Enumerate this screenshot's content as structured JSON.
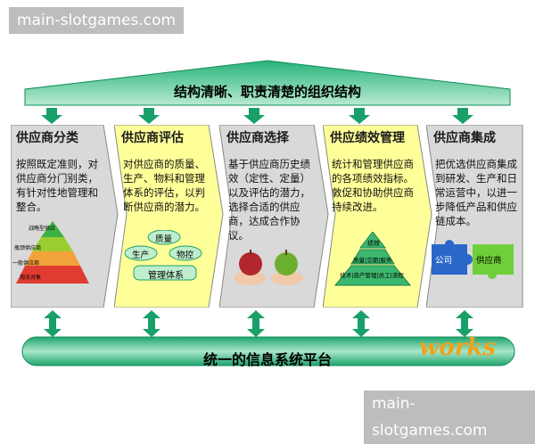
{
  "watermark_top": "main-slotgames.com",
  "watermark_bottom": "main-slotgames.com",
  "roof_title": "结构清晰、职责清楚的组织结构",
  "platform_title": "统一的信息系统平台",
  "cards": [
    {
      "title": "供应商分类",
      "body": "按照既定准则，对供应商分门别类，有针对性地管理和整合。",
      "pyramid": [
        "战略型供应",
        "瓶颈供应商",
        "一般供应商",
        "淘汰对象"
      ]
    },
    {
      "title": "供应商评估",
      "body": "对供应商的质量、生产、物料和管理体系的评估，以判断供应商的潜力。",
      "chips": [
        "质量",
        "生产",
        "物控",
        "管理体系"
      ]
    },
    {
      "title": "供应商选择",
      "body": "基于供应商历史绩效（定性、定量）以及评估的潜力，选择合适的供应商，达成合作协议。"
    },
    {
      "title": "供应绩效管理",
      "body": "统计和管理供应商的各项绩效指标。敦促和协助供应商持续改进。",
      "pyramid": [
        "绩效",
        "质量|交期|服务",
        "技术|资产管理|员工|流程"
      ]
    },
    {
      "title": "供应商集成",
      "body": "把优选供应商集成到研发、生产和日常运营中，以进一步降低产品和供应链成本。",
      "puzzle": [
        "公司",
        "供应商"
      ]
    }
  ],
  "logo": "works",
  "colors": {
    "green_dark": "#12925f",
    "green_light": "#7fd1a8",
    "gray_card": "#d9d9d9",
    "yellow_card": "#ffff99"
  }
}
